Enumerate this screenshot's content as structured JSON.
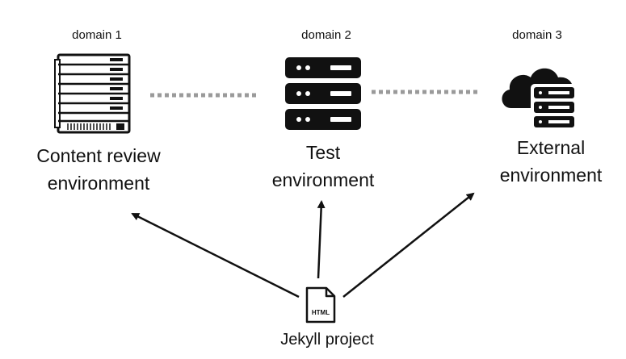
{
  "domains": [
    {
      "domain_label": "domain 1",
      "env_line1": "Content review",
      "env_line2": "environment",
      "icon": "server-rack-icon"
    },
    {
      "domain_label": "domain 2",
      "env_line1": "Test",
      "env_line2": "environment",
      "icon": "server-stack-icon"
    },
    {
      "domain_label": "domain 3",
      "env_line1": "External",
      "env_line2": "environment",
      "icon": "cloud-server-icon"
    }
  ],
  "project": {
    "label": "Jekyll project",
    "file_badge": "HTML",
    "icon": "html-file-icon"
  },
  "colors": {
    "ink": "#111111",
    "dotted_link": "#9a9a9a",
    "background": "#ffffff"
  }
}
